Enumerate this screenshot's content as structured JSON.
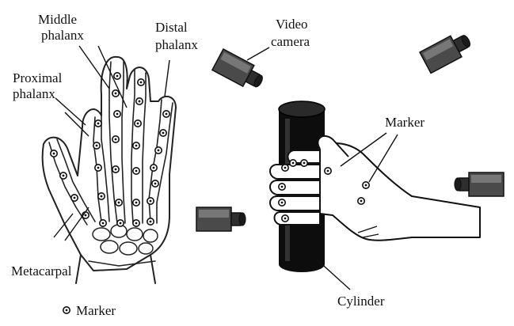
{
  "labels": {
    "middle_phalanx": [
      "Middle",
      "phalanx"
    ],
    "distal_phalanx": [
      "Distal",
      "phalanx"
    ],
    "proximal_phalanx": [
      "Proximal",
      "phalanx"
    ],
    "metacarpal": "Metacarpal",
    "video_camera": [
      "Video",
      "camera"
    ],
    "marker": "Marker",
    "cylinder": "Cylinder"
  },
  "legend": {
    "marker_label": "Marker",
    "marker_icon": "marker-dot-icon"
  },
  "colors": {
    "ink": "#111111",
    "cylinder": "#0d0d0d",
    "camera": "#3a3a3a",
    "bone_stroke": "#222222"
  }
}
